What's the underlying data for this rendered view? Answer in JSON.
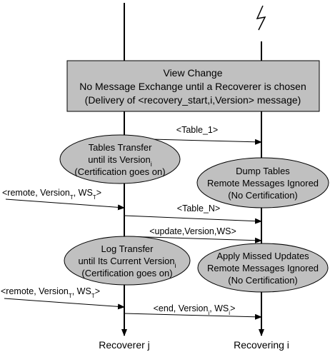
{
  "view_change": {
    "line1": "View Change",
    "line2": "No Message Exchange until a Recoverer is chosen",
    "line3": "(Delivery of <recovery_start,i,Version> message)"
  },
  "messages": {
    "table_1": "<Table_1>",
    "table_n": "<Table_N>",
    "update": "<update,Version,WS>",
    "remote_1": {
      "pre": "<remote, Version",
      "sub1": "T",
      "mid": ", WS",
      "sub2": "T",
      "post": ">"
    },
    "remote_2": {
      "pre": "<remote, Version",
      "sub1": "T",
      "mid": ", WS",
      "sub2": "T",
      "post": ">"
    },
    "end": {
      "pre": "<end, Version",
      "sub1": "i",
      "mid": ", WS",
      "sub2": "i",
      "post": ">"
    }
  },
  "ellipses": {
    "tables_transfer": {
      "line1": "Tables Transfer",
      "line2_pre": "until its Version",
      "line2_sub": "i",
      "line3": "(Certification goes on)"
    },
    "dump_tables": {
      "line1": "Dump Tables",
      "line2": "Remote Messages Ignored",
      "line3": "(No Certification)"
    },
    "log_transfer": {
      "line1": "Log Transfer",
      "line2_pre": "until Its Current Version",
      "line2_sub": "i",
      "line3": "(Certification goes on)"
    },
    "apply_updates": {
      "line1": "Apply Missed Updates",
      "line2": "Remote Messages Ignored",
      "line3": "(No Certification)"
    }
  },
  "labels": {
    "recoverer": "Recoverer j",
    "recovering": "Recovering i"
  },
  "colors": {
    "box_fill": "#c0c0c0",
    "ellipse_fill": "#c0c0c0",
    "line": "#000000"
  }
}
